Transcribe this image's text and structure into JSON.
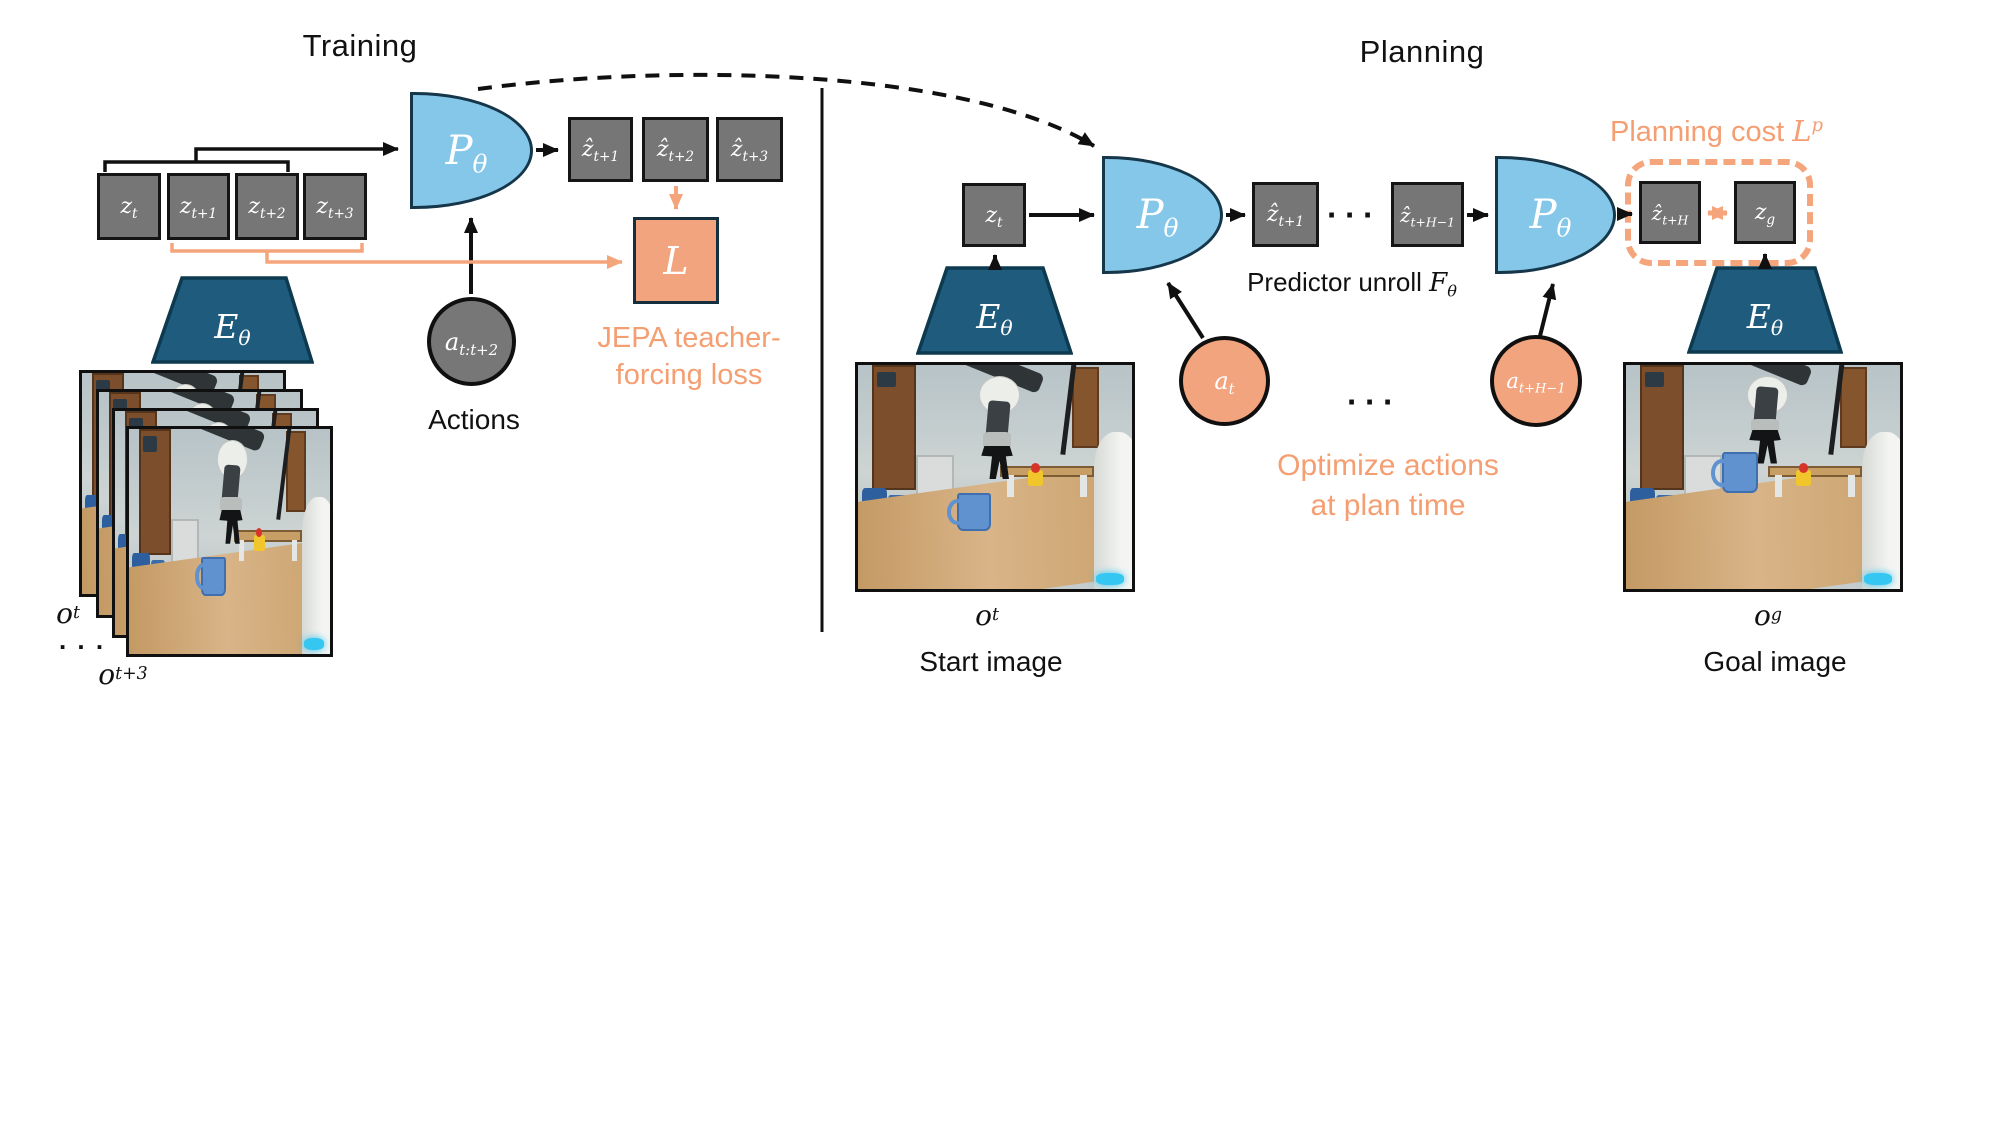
{
  "colors": {
    "accent_orange": "#F49E72",
    "fill_orange": "#F2A47E",
    "latent_gray": "#767676",
    "predictor_blue": "#85C7E9",
    "encoder_teal": "#1E5B7D"
  },
  "training": {
    "title": "Training",
    "predictor": {
      "base": "P",
      "sub": "θ"
    },
    "encoder": {
      "base": "E",
      "sub": "θ"
    },
    "z_boxes": [
      {
        "base": "z",
        "sub": "t"
      },
      {
        "base": "z",
        "sub": "t+1"
      },
      {
        "base": "z",
        "sub": "t+2"
      },
      {
        "base": "z",
        "sub": "t+3"
      }
    ],
    "zhat_boxes": [
      {
        "base": "ẑ",
        "sub": "t+1"
      },
      {
        "base": "ẑ",
        "sub": "t+2"
      },
      {
        "base": "ẑ",
        "sub": "t+3"
      }
    ],
    "loss_box": "L",
    "loss_caption": [
      "JEPA teacher-",
      "forcing loss"
    ],
    "actions_circle": {
      "base": "a",
      "sub": "t:t+2"
    },
    "actions_label": "Actions",
    "obs_first": {
      "base": "o",
      "sub": "t"
    },
    "obs_dots": ". . .",
    "obs_last": {
      "base": "o",
      "sub": "t+3"
    }
  },
  "planning": {
    "title": "Planning",
    "encoder_start": {
      "base": "E",
      "sub": "θ"
    },
    "encoder_goal": {
      "base": "E",
      "sub": "θ"
    },
    "predictor1": {
      "base": "P",
      "sub": "θ"
    },
    "predictor2": {
      "base": "P",
      "sub": "θ"
    },
    "z_t": {
      "base": "z",
      "sub": "t"
    },
    "zhat_t1": {
      "base": "ẑ",
      "sub": "t+1"
    },
    "zhat_tH1": {
      "base": "ẑ",
      "sub": "t+H−1"
    },
    "zhat_tH": {
      "base": "ẑ",
      "sub": "t+H"
    },
    "z_goal": {
      "base": "z",
      "sub": "g"
    },
    "dots_latents": "···",
    "dots_actions": "···",
    "unroll_caption": {
      "prefix": "Predictor unroll ",
      "base": "F",
      "sub": "θ"
    },
    "cost_caption": {
      "prefix": "Planning cost ",
      "base": "L",
      "sup": "p"
    },
    "action_first": {
      "base": "a",
      "sub": "t"
    },
    "action_last": {
      "base": "a",
      "sub": "t+H−1"
    },
    "optimize_caption": [
      "Optimize actions",
      "at plan time"
    ],
    "start_obs": {
      "base": "o",
      "sub": "t"
    },
    "start_caption": "Start image",
    "goal_obs": {
      "base": "o",
      "sub": "g"
    },
    "goal_caption": "Goal image"
  }
}
